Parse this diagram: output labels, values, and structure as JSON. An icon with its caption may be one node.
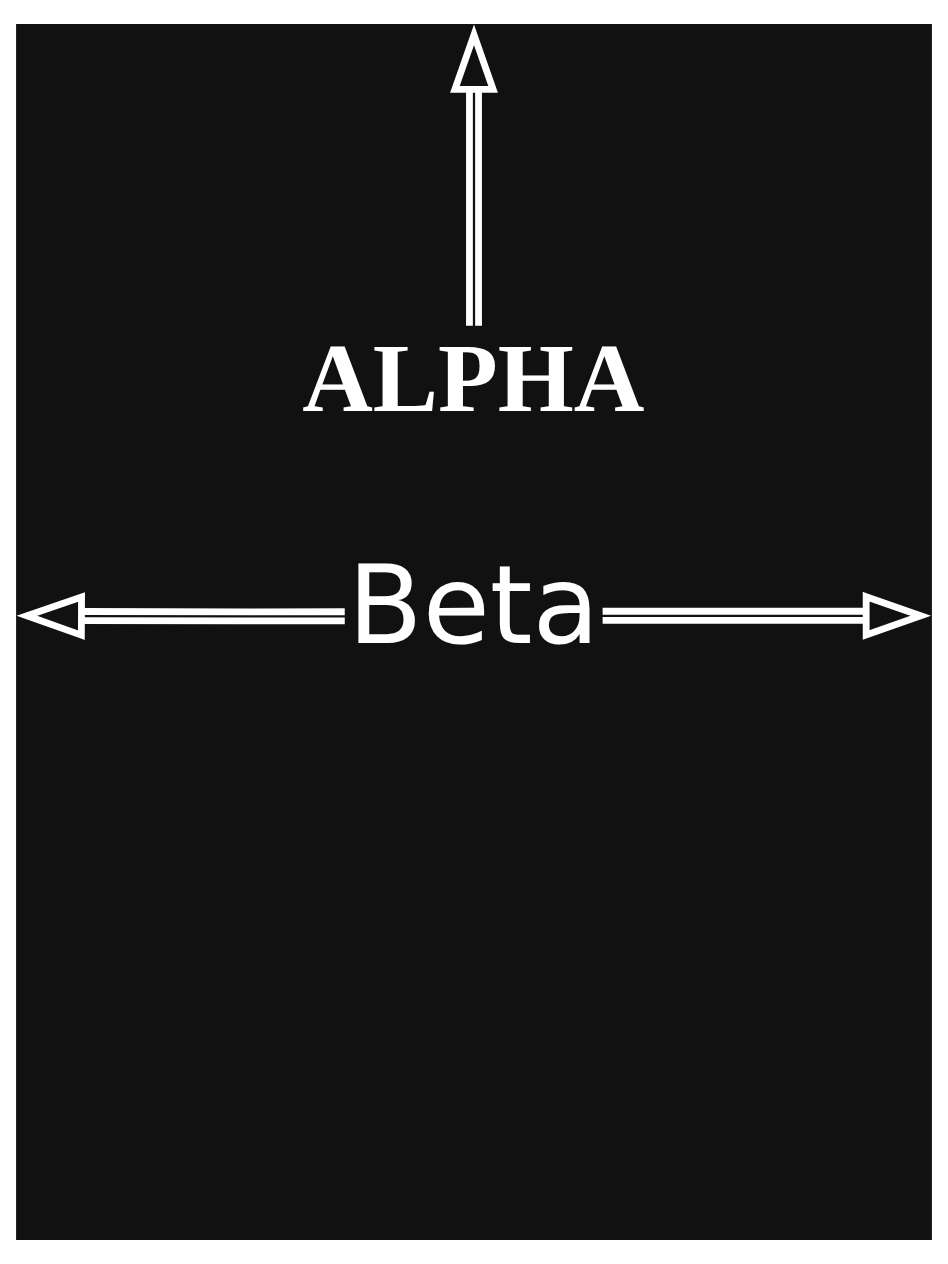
{
  "diagram": {
    "nodes": [
      {
        "text": [
          "ALPHA"
        ]
      },
      {
        "text": [
          "Beta"
        ]
      }
    ],
    "edges": [
      {
        "from": 0,
        "to": null,
        "arrow": "to"
      },
      {
        "from": 1,
        "to": null,
        "arrow": "to"
      },
      {
        "from": 1,
        "to": null,
        "arrow": "to"
      }
    ]
  }
}
